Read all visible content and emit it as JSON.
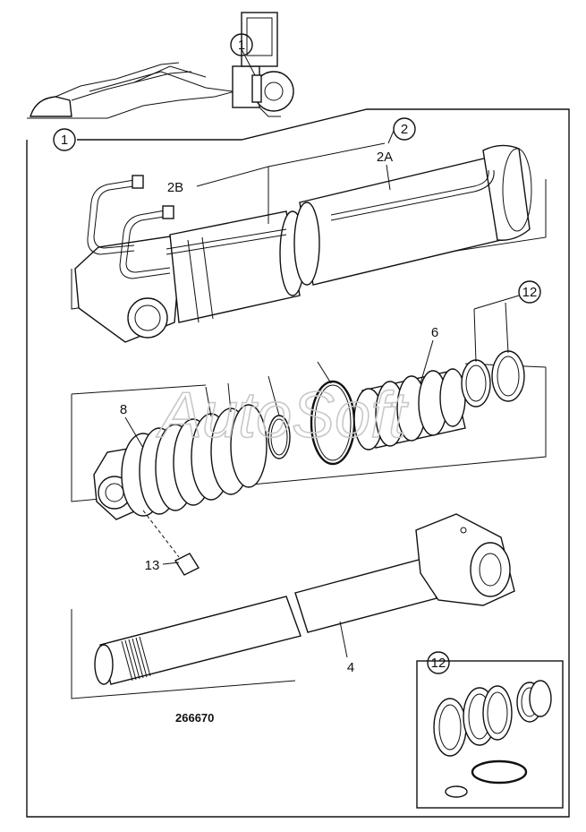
{
  "watermark": "AutoSoft",
  "drawing_number": "266670",
  "callouts": {
    "c1_top": "1",
    "c1_frame": "1",
    "c2": "2",
    "c2a": "2A",
    "c2b": "2B",
    "c12_seals": "12",
    "c12_inset": "12",
    "c6": "6",
    "c8": "8",
    "c13": "13",
    "c4": "4"
  }
}
